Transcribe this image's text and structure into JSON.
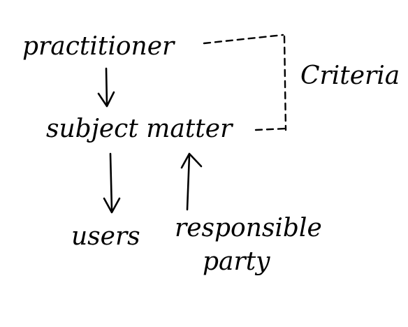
{
  "diagram": {
    "nodes": {
      "practitioner": "practitioner",
      "subject_matter": "subject matter",
      "users": "users",
      "responsible_party_line1": "responsible",
      "responsible_party_line2": "party",
      "criteria": "Criteria"
    },
    "colors": {
      "ink": "#000000",
      "background": "#ffffff"
    }
  }
}
